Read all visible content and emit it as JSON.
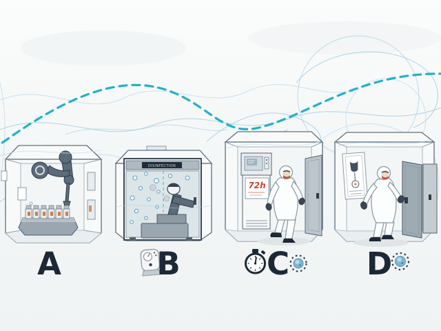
{
  "figure": {
    "theme_colors": {
      "airflow_dashed": "#1fb1c9",
      "sketch_blue": "#aed2e4",
      "label_text": "#1c2836",
      "mask_red": "#c7503c",
      "virus_blue": "#7db6d3",
      "vial_label_orange": "#d97a4a"
    }
  },
  "panels": [
    {
      "label": "A",
      "icons": []
    },
    {
      "label": "B",
      "sign": "DISINFECTION",
      "icons": [
        "fogger-device"
      ]
    },
    {
      "label": "C",
      "sign": "72h",
      "icons": [
        "stopwatch",
        "coronavirus"
      ]
    },
    {
      "label": "D",
      "icons": [
        "coronavirus"
      ]
    }
  ]
}
